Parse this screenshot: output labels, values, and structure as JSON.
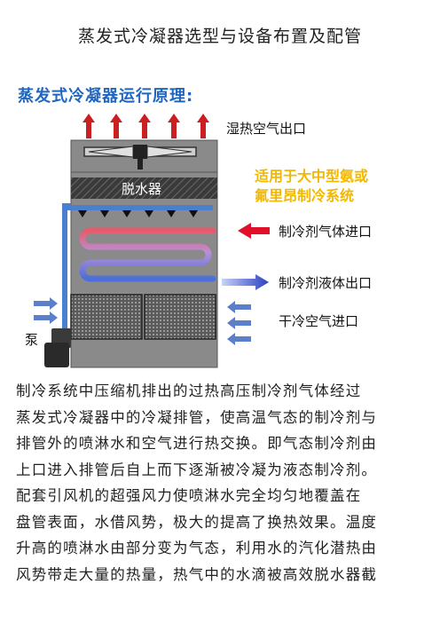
{
  "page": {
    "title": "蒸发式冷凝器选型与设备布置及配管",
    "subtitle": "蒸发式冷凝器运行原理:"
  },
  "diagram": {
    "labels": {
      "hot_air_outlet": "湿热空气出口",
      "demister": "脱水器",
      "application_line1": "适用于大中型氨或",
      "application_line2": "氟里昂制冷系统",
      "gas_inlet": "制冷剂气体进口",
      "liquid_outlet": "制冷剂液体出口",
      "dry_air_inlet": "干冷空气进口",
      "pump": "泵"
    },
    "colors": {
      "casing": "#8a8a8a",
      "demister": "#3a3a3a",
      "water_pipe": "#4a7fd0",
      "gas_arrow": "#e0102a",
      "liquid_arrow": "#2a3fc0",
      "air_arrow": "#5b7fc8",
      "exhaust_arrow": "#cc2020",
      "highlight_text": "#f2b800"
    }
  },
  "paragraph": {
    "lines": [
      "制冷系统中压缩机排出的过热高压制冷剂气体经过",
      "蒸发式冷凝器中的冷凝排管，使高温气态的制冷剂与",
      "排管外的喷淋水和空气进行热交换。即气态制冷剂由",
      "上口进入排管后自上而下逐渐被冷凝为液态制冷剂。",
      "配套引风机的超强风力使喷淋水完全均匀地覆盖在",
      "盘管表面，水借风势，极大的提高了换热效果。温度",
      "升高的喷淋水由部分变为气态，利用水的汽化潜热由",
      "风势带走大量的热量，热气中的水滴被高效脱水器截"
    ]
  }
}
